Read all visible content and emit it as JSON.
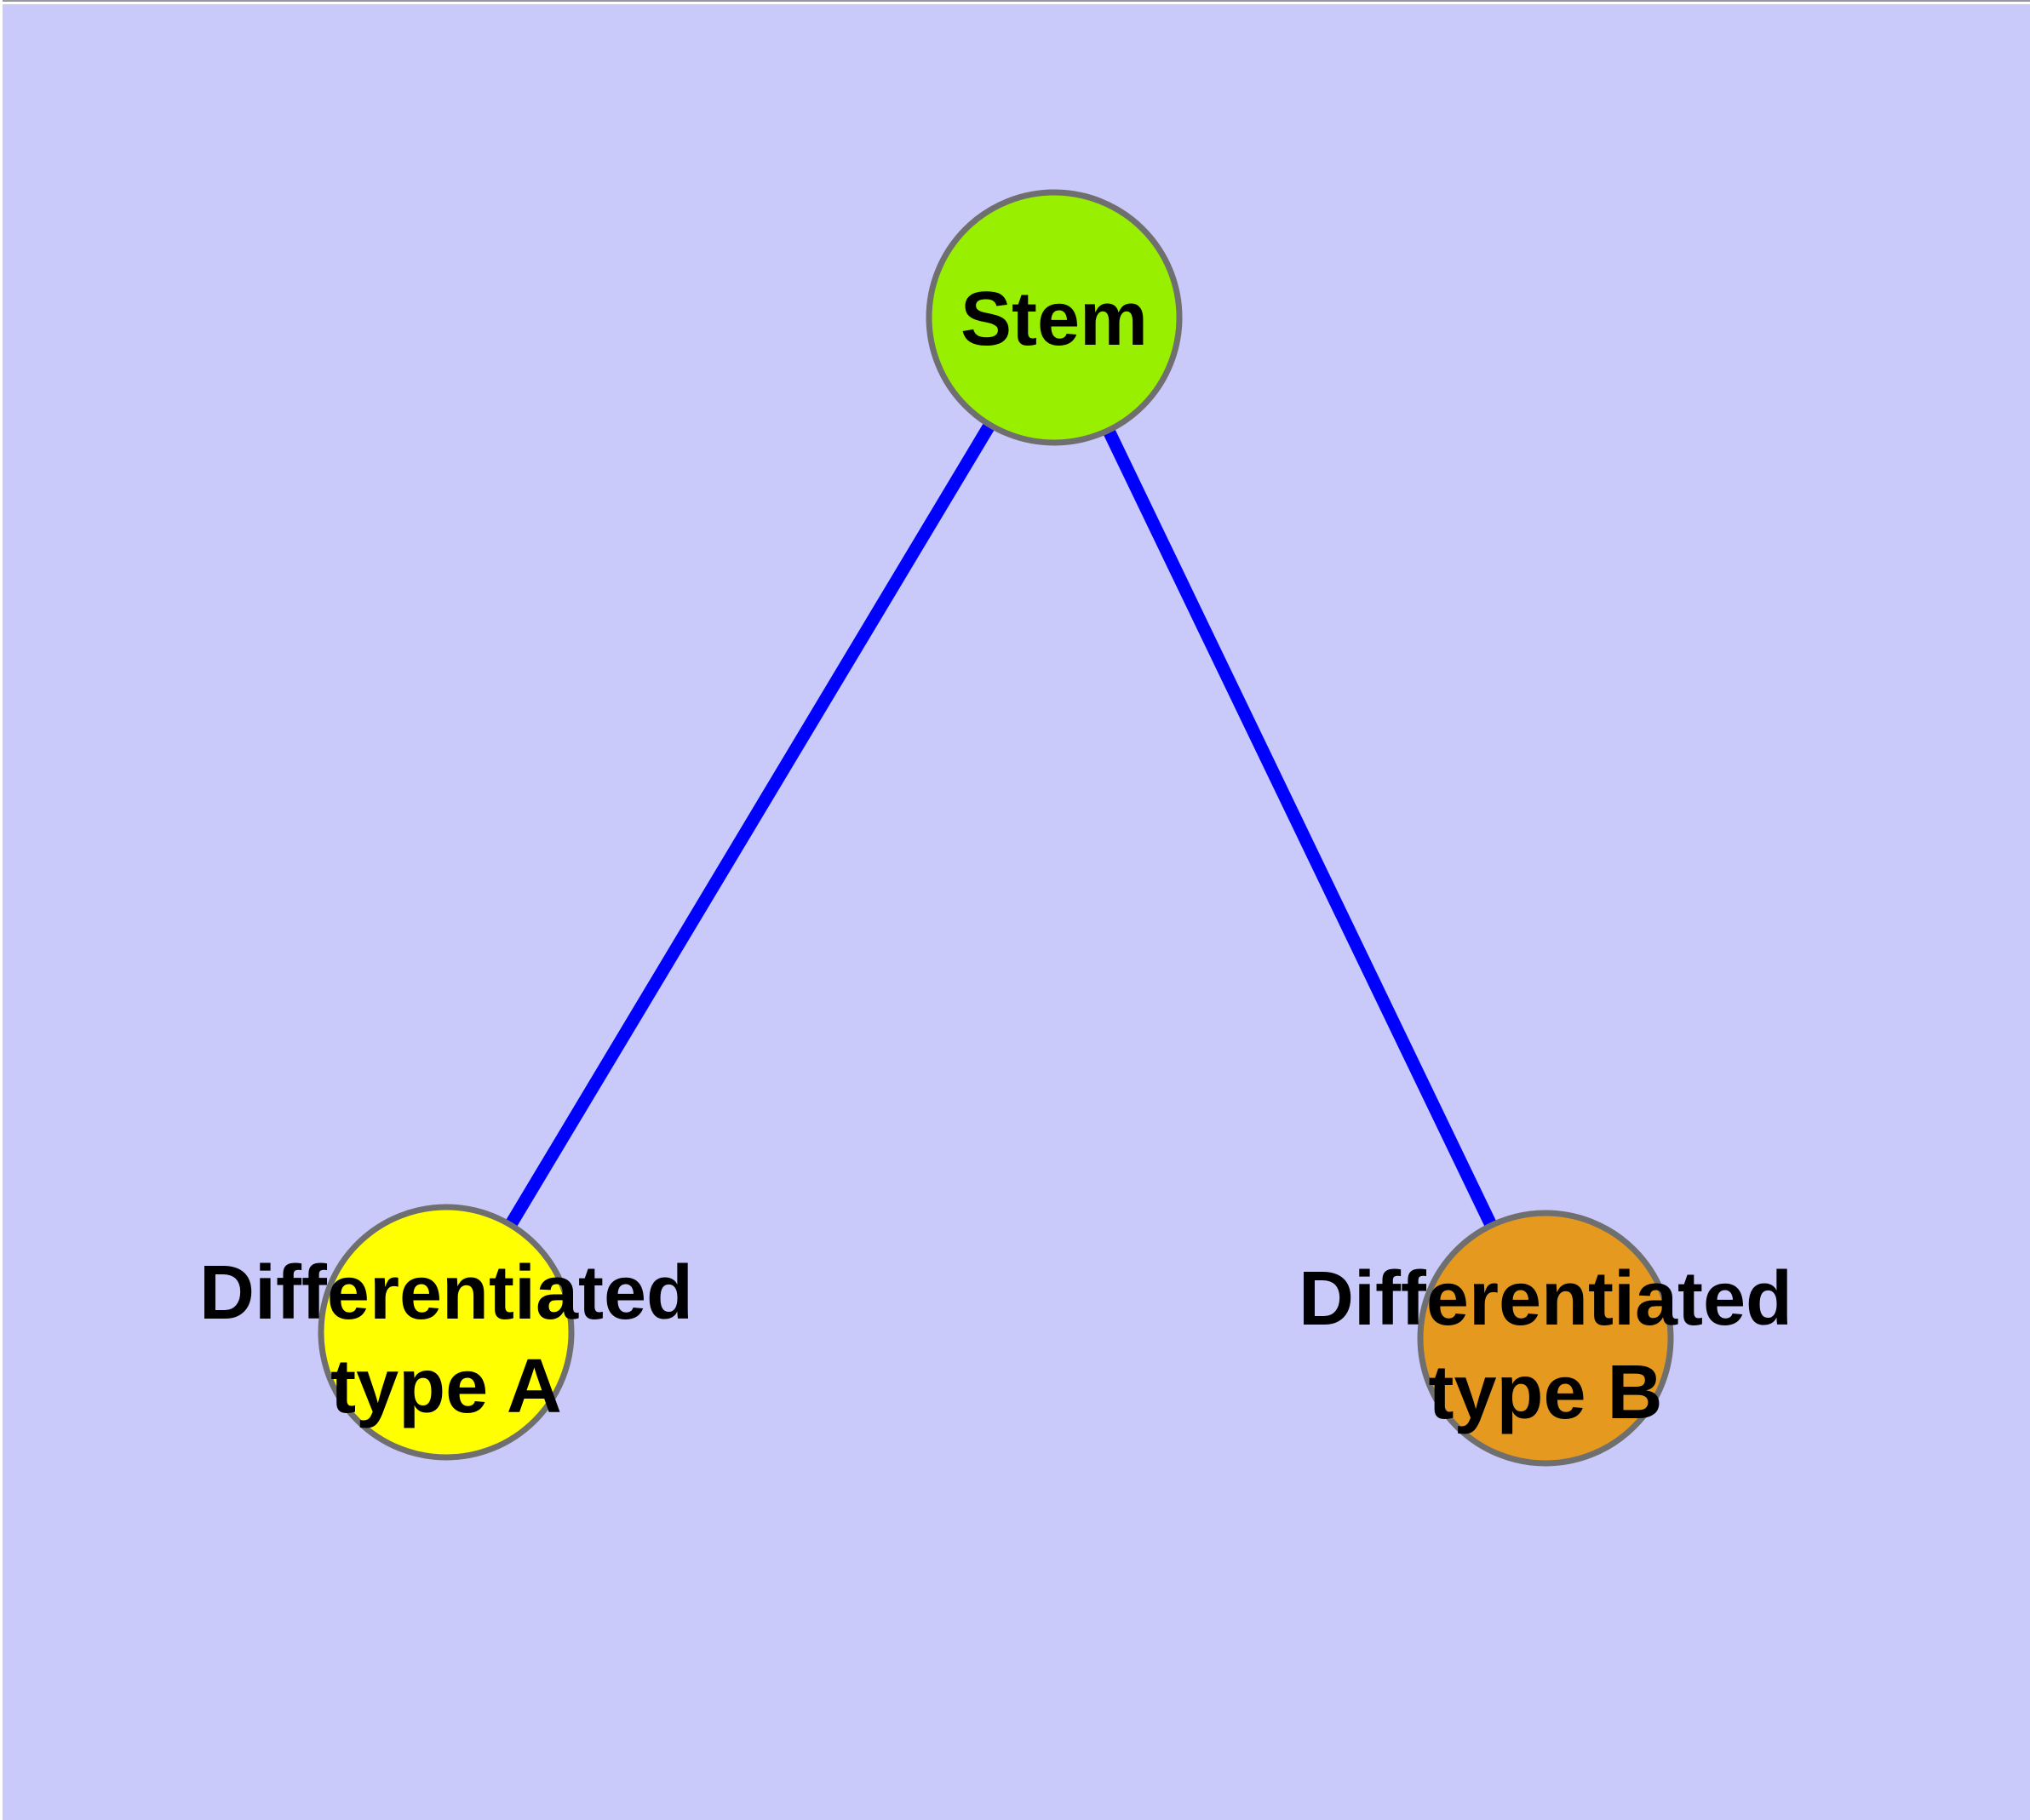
{
  "diagram": {
    "background_color": "#C9C9FA",
    "edge_color": "#0000FF",
    "node_border_color": "#6F6F6F",
    "label_color": "#000000",
    "nodes": {
      "stem": {
        "label": "Stem",
        "color": "#98F000"
      },
      "type_a": {
        "label_line1": "Differentiated",
        "label_line2": "type A",
        "color": "#FFFF00"
      },
      "type_b": {
        "label_line1": "Differentiated",
        "label_line2": "type B",
        "color": "#E5991E"
      }
    },
    "edges": [
      {
        "from": "Stem",
        "to": "Differentiated type A"
      },
      {
        "from": "Stem",
        "to": "Differentiated type B"
      }
    ]
  }
}
